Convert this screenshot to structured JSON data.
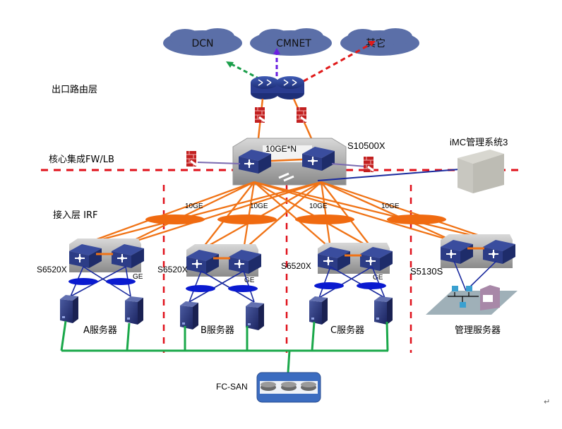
{
  "clouds": [
    {
      "label": "DCN",
      "arrow_color": "#1a9e4a"
    },
    {
      "label": "CMNET",
      "arrow_color": "#6a1ee0"
    },
    {
      "label": "其它",
      "arrow_color": "#e01a1a"
    }
  ],
  "layers": {
    "egress": "出口路由层",
    "core": "核心集成FW/LB",
    "access": "接入层 IRF"
  },
  "core": {
    "model": "S10500X",
    "link_label": "10GE*N"
  },
  "mgmt_system": {
    "label": "iMC管理系统3"
  },
  "uplinks": [
    "10GE",
    "10GE",
    "10GE",
    "10GE"
  ],
  "access_groups": [
    {
      "switch": "S6520X",
      "link": "GE",
      "servers": "A服务器"
    },
    {
      "switch": "S6520X",
      "link": "GE",
      "servers": "B服务器"
    },
    {
      "switch": "S6520X",
      "link": "GE",
      "servers": "C服务器"
    },
    {
      "switch": "S5130S",
      "link": "",
      "servers": "管理服务器"
    }
  ],
  "storage": {
    "label": "FC-SAN"
  },
  "colors": {
    "uplink": "#f07316",
    "dashed_divider": "#e0101a",
    "server_link": "#1a2a9e",
    "san_link": "#1aa84a",
    "cloud": "#5b6fa8",
    "device_blue": "#2c3f86"
  },
  "footer_mark": "↵"
}
